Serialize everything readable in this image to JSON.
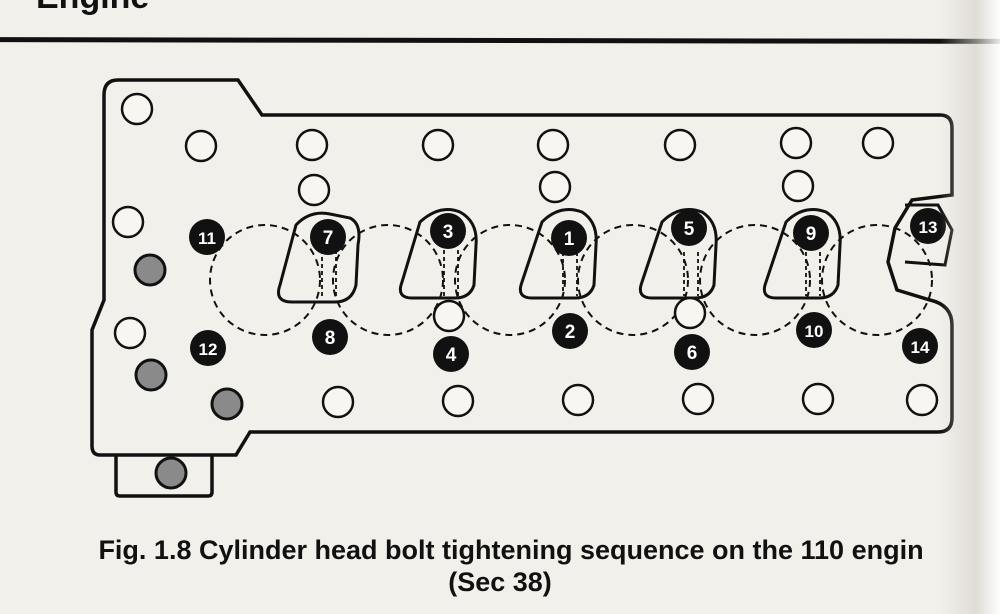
{
  "header": {
    "title": "Engine"
  },
  "diagram": {
    "bolt_labels": [
      "1",
      "2",
      "3",
      "4",
      "5",
      "6",
      "7",
      "8",
      "9",
      "10",
      "11",
      "12",
      "13",
      "14"
    ]
  },
  "caption": {
    "line1": "Fig. 1.8 Cylinder head bolt tightening sequence on the 110 engin",
    "line2": "(Sec 38)"
  },
  "colors": {
    "ink": "#111111",
    "paper": "#f2f0ea",
    "shaded_hole": "#8a8a8a"
  }
}
